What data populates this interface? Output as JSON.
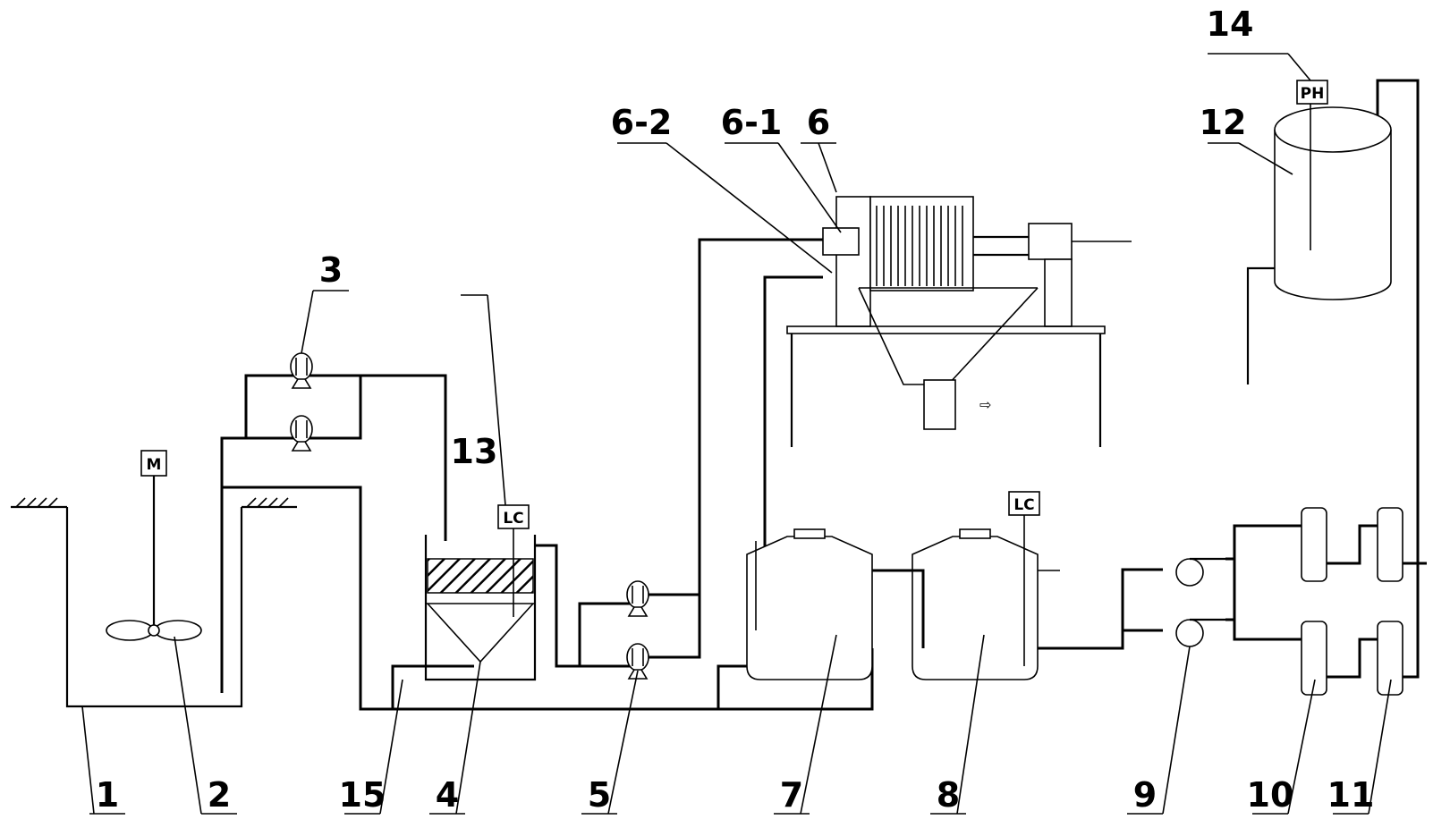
{
  "labels": {
    "l1": "1",
    "l2": "2",
    "l3": "3",
    "l4": "4",
    "l5": "5",
    "l6": "6",
    "l6_1": "6-1",
    "l6_2": "6-2",
    "l7": "7",
    "l8": "8",
    "l9": "9",
    "l10": "10",
    "l11": "11",
    "l12": "12",
    "l13": "13",
    "l14": "14",
    "l15": "15"
  },
  "instruments": {
    "motor": "M",
    "level_controller_4": "LC",
    "level_controller_8": "LC",
    "ph_meter": "PH"
  }
}
